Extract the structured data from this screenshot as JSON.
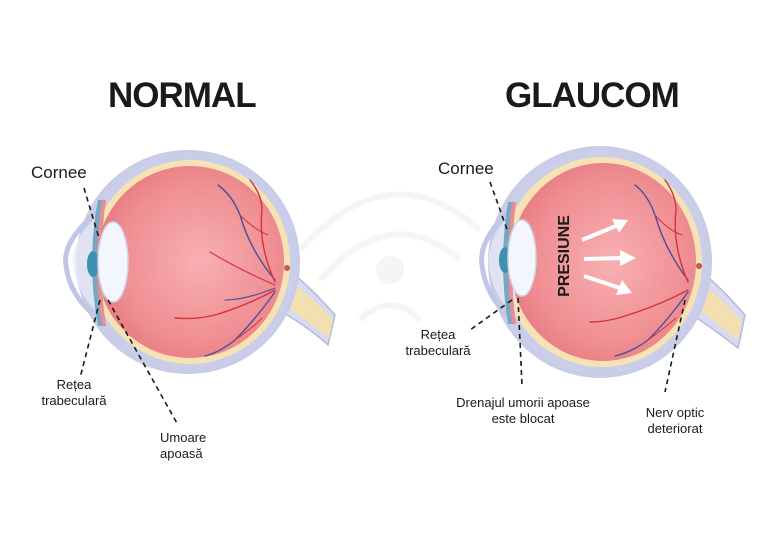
{
  "titles": {
    "normal": "NORMAL",
    "glaucoma": "GLAUCOM"
  },
  "normal_labels": {
    "cornea": "Cornee",
    "trabecular": [
      "Rețea",
      "trabeculară"
    ],
    "aqueous": [
      "Umoare",
      "apoasă"
    ]
  },
  "glaucoma_labels": {
    "cornea": "Cornee",
    "trabecular": [
      "Rețea",
      "trabeculară"
    ],
    "drainage": [
      "Drenajul umorii apoase",
      "este blocat"
    ],
    "optic_nerve": [
      "Nerv optic",
      "deteriorat"
    ],
    "pressure": "PRESIUNE"
  },
  "colors": {
    "sclera": "#c9cde8",
    "retina_layer": "#f6e2b4",
    "vitreous": "#ef8e92",
    "iris": "#3f8fb0",
    "lens": "#f3f6fd",
    "vessels": "#d8323c"
  }
}
